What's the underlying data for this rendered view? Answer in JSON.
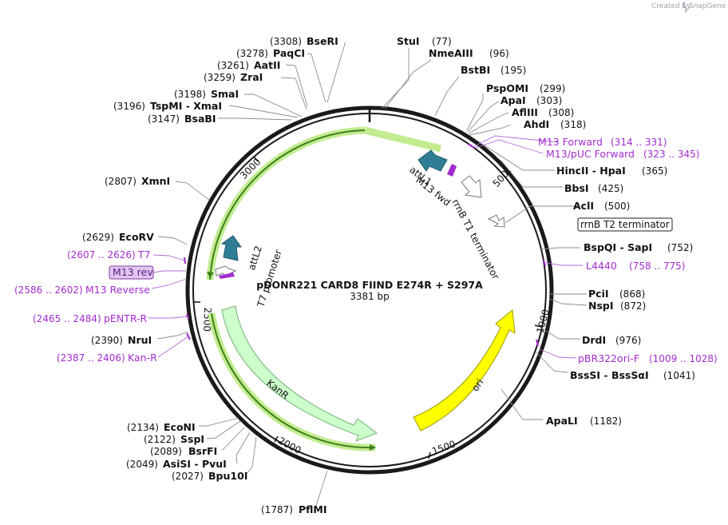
{
  "brand": {
    "created_by": "Created by",
    "product": "SnapGene"
  },
  "plasmid": {
    "name": "pDONR221 CARD8 FIIND E274R + S297A",
    "size": "3381 bp"
  },
  "ticks": [
    "500",
    "1000",
    "1500",
    "2000",
    "2500",
    "3000"
  ],
  "enzymes": [
    {
      "name": "StuI",
      "pos": "(77)"
    },
    {
      "name": "NmeAIII",
      "pos": "(96)"
    },
    {
      "name": "BstBI",
      "pos": "(195)"
    },
    {
      "name": "PspOMI",
      "pos": "(299)"
    },
    {
      "name": "ApaI",
      "pos": "(303)"
    },
    {
      "name": "AflIII",
      "pos": "(308)"
    },
    {
      "name": "AhdI",
      "pos": "(318)"
    },
    {
      "name": "HincII",
      "sep": " - ",
      "name2": "HpaI",
      "pos": "(365)"
    },
    {
      "name": "BbsI",
      "pos": "(425)"
    },
    {
      "name": "AclI",
      "pos": "(500)"
    },
    {
      "name": "BspQI",
      "sep": " - ",
      "name2": "SapI",
      "pos": "(752)"
    },
    {
      "name": "PciI",
      "pos": "(868)"
    },
    {
      "name": "NspI",
      "pos": "(872)"
    },
    {
      "name": "DrdI",
      "pos": "(976)"
    },
    {
      "name": "BssSI",
      "sep": " - ",
      "name2": "BssSαI",
      "pos": "(1041)"
    },
    {
      "name": "ApaLI",
      "pos": "(1182)"
    },
    {
      "name": "PflMI",
      "pos": "(1787)"
    },
    {
      "name": "Bpu10I",
      "pos": "(2027)"
    },
    {
      "name": "AsiSI",
      "sep": " - ",
      "name2": "PvuI",
      "pos": "(2049)"
    },
    {
      "name": "BsrFI",
      "pos": "(2089)"
    },
    {
      "name": "SspI",
      "pos": "(2122)"
    },
    {
      "name": "EcoNI",
      "pos": "(2134)"
    },
    {
      "name": "NruI",
      "pos": "(2390)"
    },
    {
      "name": "EcoRV",
      "pos": "(2629)"
    },
    {
      "name": "XmnI",
      "pos": "(2807)"
    },
    {
      "name": "BsaBI",
      "pos": "(3147)"
    },
    {
      "name": "TspMI",
      "sep": " - ",
      "name2": "XmaI",
      "pos": "(3196)"
    },
    {
      "name": "SmaI",
      "pos": "(3198)"
    },
    {
      "name": "ZraI",
      "pos": "(3259)"
    },
    {
      "name": "AatII",
      "pos": "(3261)"
    },
    {
      "name": "PaqCI",
      "pos": "(3278)"
    },
    {
      "name": "BseRI",
      "pos": "(3308)"
    }
  ],
  "primers": [
    {
      "name": "M13 Forward",
      "range": "(314 .. 331)"
    },
    {
      "name": "M13/pUC Forward",
      "range": "(323 .. 345)"
    },
    {
      "name": "L4440",
      "range": "(758 .. 775)"
    },
    {
      "name": "pBR322ori-F",
      "range": "(1009 .. 1028)"
    },
    {
      "name": "Kan-R",
      "range": "(2387 .. 2406)"
    },
    {
      "name": "pENTR-R",
      "range": "(2465 .. 2484)"
    },
    {
      "name": "M13 Reverse",
      "range": "(2586 .. 2602)"
    },
    {
      "name": "T7",
      "range": "(2607 .. 2626)"
    },
    {
      "name": "M13 rev",
      "range": ""
    }
  ],
  "features": [
    {
      "name": "attL1"
    },
    {
      "name": "M13 fwd"
    },
    {
      "name": "rrnB T1 terminator"
    },
    {
      "name": "rrnB T2 terminator"
    },
    {
      "name": "ori"
    },
    {
      "name": "KanR"
    },
    {
      "name": "attL2"
    },
    {
      "name": "T7 promoter"
    }
  ]
}
